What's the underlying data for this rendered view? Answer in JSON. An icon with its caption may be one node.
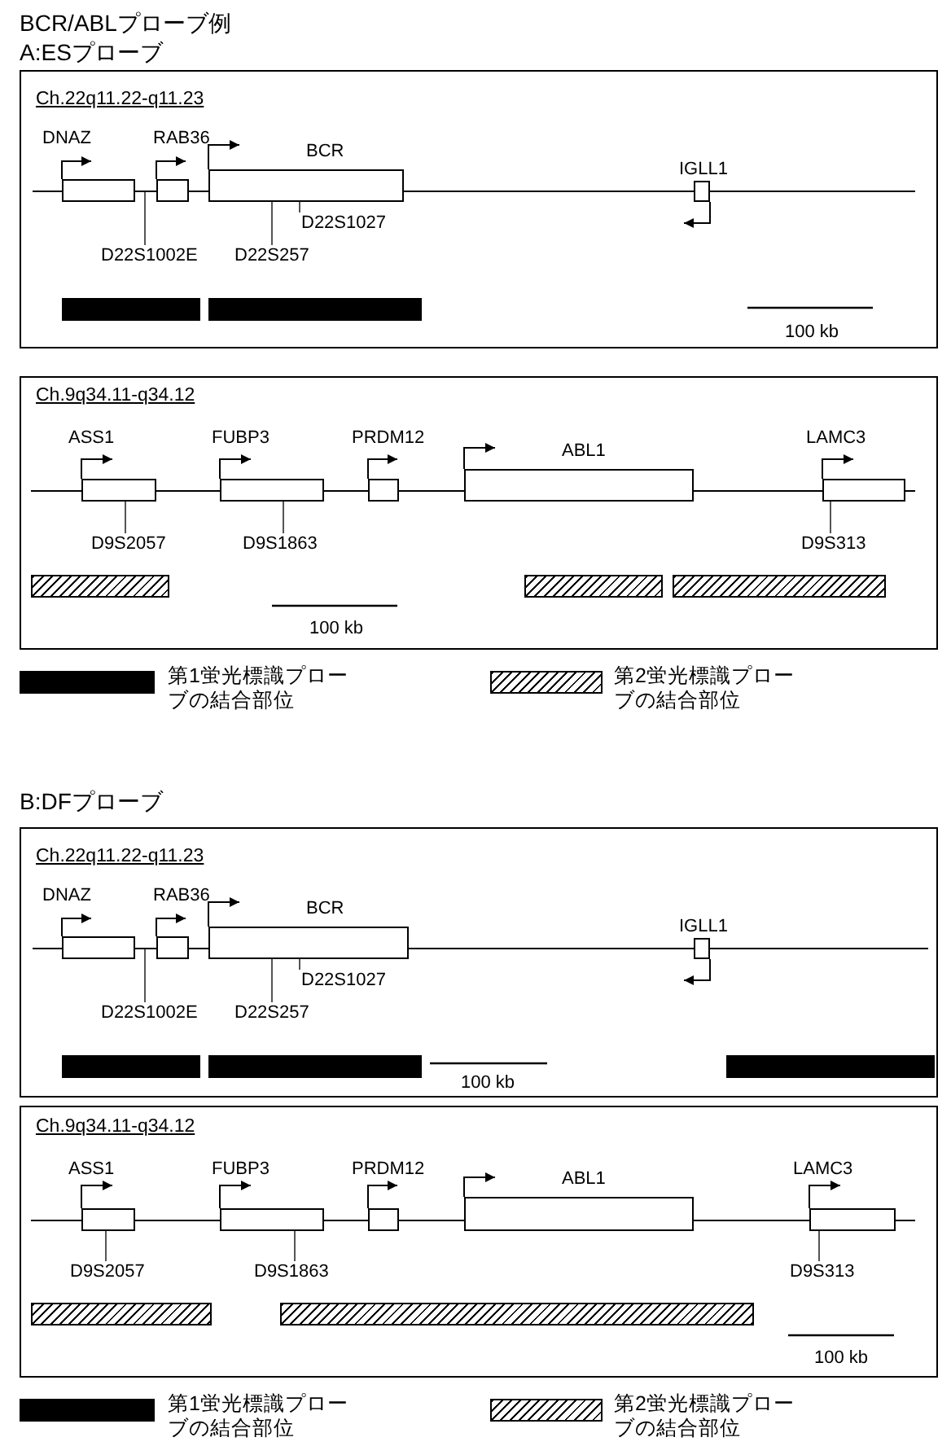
{
  "diagram": {
    "title": "BCR/ABLプローブ例",
    "nodes": [
      {
        "text": [
          "Ch.22q11.22-q11.23"
        ]
      },
      {
        "text": [
          "DNAZ"
        ],
        "in": 0
      },
      {
        "text": [
          "RAB36"
        ],
        "in": 0
      },
      {
        "text": [
          "BCR"
        ],
        "in": 0
      },
      {
        "text": [
          "IGLL1"
        ],
        "in": 0
      },
      {
        "text": [
          "D22S1027"
        ],
        "in": 0
      },
      {
        "text": [
          "D22S1002E"
        ],
        "in": 0
      },
      {
        "text": [
          "D22S257"
        ],
        "in": 0
      },
      {
        "text": [],
        "shape": "bar",
        "in": 0
      },
      {
        "text": [],
        "shape": "bar",
        "in": 0
      },
      {
        "text": [
          "Ch.9q34.11-q34.12"
        ]
      },
      {
        "text": [
          "ASS1"
        ],
        "in": 10
      },
      {
        "text": [
          "FUBP3"
        ],
        "in": 10
      },
      {
        "text": [
          "PRDM12"
        ],
        "in": 10
      },
      {
        "text": [
          "ABL1"
        ],
        "in": 10
      },
      {
        "text": [
          "LAMC3"
        ],
        "in": 10
      },
      {
        "text": [
          "D9S2057"
        ],
        "in": 10
      },
      {
        "text": [
          "D9S1863"
        ],
        "in": 10
      },
      {
        "text": [
          "D9S313"
        ],
        "in": 10
      },
      {
        "text": [],
        "shape": "bar",
        "in": 10
      },
      {
        "text": [],
        "shape": "bar",
        "in": 10
      },
      {
        "text": [],
        "shape": "bar",
        "in": 10
      },
      {
        "text": [
          "Ch.22q11.22-q11.23"
        ]
      },
      {
        "text": [
          "DNAZ"
        ],
        "in": 22
      },
      {
        "text": [
          "RAB36"
        ],
        "in": 22
      },
      {
        "text": [
          "BCR"
        ],
        "in": 22
      },
      {
        "text": [
          "IGLL1"
        ],
        "in": 22
      },
      {
        "text": [
          "D22S1027"
        ],
        "in": 22
      },
      {
        "text": [
          "D22S1002E"
        ],
        "in": 22
      },
      {
        "text": [
          "D22S257"
        ],
        "in": 22
      },
      {
        "text": [],
        "shape": "bar",
        "in": 22
      },
      {
        "text": [],
        "shape": "bar",
        "in": 22
      },
      {
        "text": [],
        "shape": "bar",
        "in": 22
      },
      {
        "text": [
          "Ch.9q34.11-q34.12"
        ]
      },
      {
        "text": [
          "ASS1"
        ],
        "in": 33
      },
      {
        "text": [
          "FUBP3"
        ],
        "in": 33
      },
      {
        "text": [
          "PRDM12"
        ],
        "in": 33
      },
      {
        "text": [
          "ABL1"
        ],
        "in": 33
      },
      {
        "text": [
          "LAMC3"
        ],
        "in": 33
      },
      {
        "text": [
          "D9S2057"
        ],
        "in": 33
      },
      {
        "text": [
          "D9S1863"
        ],
        "in": 33
      },
      {
        "text": [
          "D9S313"
        ],
        "in": 33
      },
      {
        "text": [],
        "shape": "bar",
        "in": 33
      },
      {
        "text": [],
        "shape": "bar",
        "in": 33
      },
      {
        "text": [],
        "shape": "line",
        "in": 0
      },
      {
        "text": [],
        "shape": "line",
        "in": 10
      },
      {
        "text": [],
        "shape": "line",
        "in": 22
      },
      {
        "text": [],
        "shape": "line",
        "in": 33
      }
    ],
    "edges": [
      {
        "from": 5,
        "to": 3,
        "arrow": "none"
      },
      {
        "from": 6,
        "to": 44,
        "arrow": "none"
      },
      {
        "from": 7,
        "to": 3,
        "arrow": "none"
      },
      {
        "from": 16,
        "to": 11,
        "arrow": "none"
      },
      {
        "from": 17,
        "to": 12,
        "arrow": "none"
      },
      {
        "from": 18,
        "to": 15,
        "arrow": "none"
      },
      {
        "from": 27,
        "to": 25,
        "arrow": "none"
      },
      {
        "from": 28,
        "to": 46,
        "arrow": "none"
      },
      {
        "from": 29,
        "to": 25,
        "arrow": "none"
      },
      {
        "from": 39,
        "to": 34,
        "arrow": "none"
      },
      {
        "from": 40,
        "to": 35,
        "arrow": "none"
      },
      {
        "from": 41,
        "to": 38,
        "arrow": "none"
      }
    ],
    "labels": [
      "A:ESプローブ",
      "100 kb",
      "100 kb",
      "B:DFプローブ",
      "100 kb",
      "100 kb"
    ],
    "legend": [
      {
        "text": "第1蛍光標識プローブの結合部位",
        "color": "#000000"
      },
      {
        "text": "第2蛍光標識プローブの結合部位"
      },
      {
        "text": "第1蛍光標識プローブの結合部位",
        "color": "#000000"
      },
      {
        "text": "第2蛍光標識プローブの結合部位"
      }
    ]
  }
}
